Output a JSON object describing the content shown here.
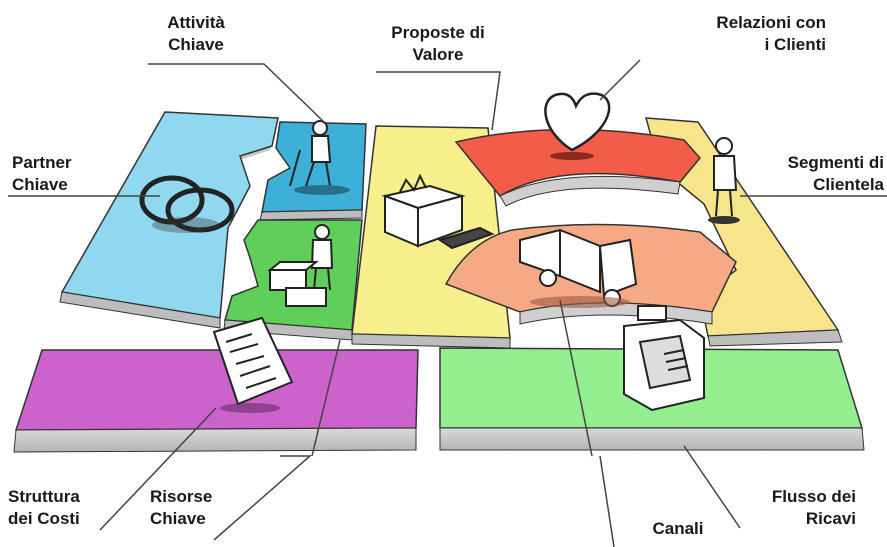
{
  "diagram": {
    "blocks": [
      {
        "id": "partner-chiave",
        "lines": [
          "Partner",
          "Chiave"
        ],
        "color": "#8fd8f0"
      },
      {
        "id": "attivita-chiave",
        "lines": [
          "Attività",
          "Chiave"
        ],
        "color": "#3cb0d8"
      },
      {
        "id": "risorse-chiave",
        "lines": [
          "Risorse",
          "Chiave"
        ],
        "color": "#5fcf5a"
      },
      {
        "id": "proposte-di-valore",
        "lines": [
          "Proposte di",
          "Valore"
        ],
        "color": "#f7ef8c"
      },
      {
        "id": "relazioni-con-i-clienti",
        "lines": [
          "Relazioni con",
          "i Clienti"
        ],
        "color": "#f25c48"
      },
      {
        "id": "canali",
        "lines": [
          "Canali"
        ],
        "color": "#f7a885"
      },
      {
        "id": "segmenti-di-clientela",
        "lines": [
          "Segmenti di",
          "Clientela"
        ],
        "color": "#f7e58c"
      },
      {
        "id": "struttura-dei-costi",
        "lines": [
          "Struttura",
          "dei Costi"
        ],
        "color": "#cc63cc"
      },
      {
        "id": "flusso-dei-ricavi",
        "lines": [
          "Flusso dei",
          "Ricavi"
        ],
        "color": "#92ee8e"
      }
    ]
  }
}
